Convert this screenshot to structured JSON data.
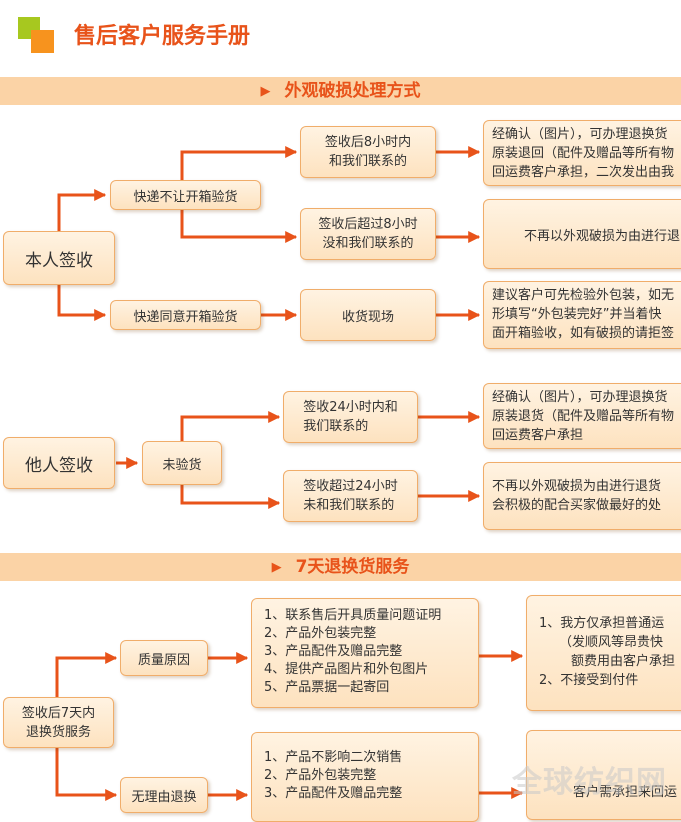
{
  "header": {
    "title": "售后客户服务手册"
  },
  "sections": [
    {
      "title": "外观破损处理方式"
    },
    {
      "title": "7天退换货服务"
    }
  ],
  "section1": {
    "self_sign": "本人签收",
    "courier_no_open": "快递不让开箱验货",
    "within_8h": [
      "签收后8小时内",
      "和我们联系的"
    ],
    "after_8h": [
      "签收后超过8小时",
      "没和我们联系的"
    ],
    "courier_allow_open": "快递同意开箱验货",
    "on_site": "收货现场",
    "result_within_8h": [
      "经确认（图片），可办理退换货",
      "原装退回（配件及赠品等所有物",
      "回运费客户承担，二次发出由我"
    ],
    "result_after_8h": [
      "不再以外观破损为由进行退"
    ],
    "result_on_site": [
      "建议客户可先检验外包装，如无",
      "形填写“外包装完好”并当着快",
      "面开箱验收，如有破损的请拒签"
    ],
    "other_sign": "他人签收",
    "not_inspected": "未验货",
    "within_24h": [
      "签收24小时内和",
      "我们联系的"
    ],
    "after_24h": [
      "签收超过24小时",
      "未和我们联系的"
    ],
    "result_within_24h": [
      "经确认（图片），可办理退换货",
      "原装退货（配件及赠品等所有物",
      "回运费客户承担"
    ],
    "result_after_24h": [
      "不再以外观破损为由进行退货",
      "会积极的配合买家做最好的处"
    ]
  },
  "section2": {
    "root": [
      "签收后7天内",
      "退换货服务"
    ],
    "quality": "质量原因",
    "no_reason": "无理由退换",
    "quality_reqs": [
      "1、联系售后开具质量问题证明",
      "2、产品外包装完整",
      "3、产品配件及赠品完整",
      "4、提供产品图片和外包图片",
      "5、产品票据一起寄回"
    ],
    "quality_result": [
      "1、我方仅承担普通运",
      "（发顺风等昂贵快",
      "额费用由客户承担",
      "2、不接受到付件"
    ],
    "no_reason_reqs": [
      "1、产品不影响二次销售",
      "2、产品外包装完整",
      "3、产品配件及赠品完整"
    ],
    "no_reason_result": [
      "客户需承担来回运"
    ]
  },
  "watermark": "全球纺织网",
  "colors": {
    "accent": "#e8531a",
    "band": "#fbd3a6",
    "box_top": "#fff3e2",
    "box_bottom": "#fde2bf",
    "logo_green": "#a7c81f",
    "logo_orange": "#f7931e"
  }
}
